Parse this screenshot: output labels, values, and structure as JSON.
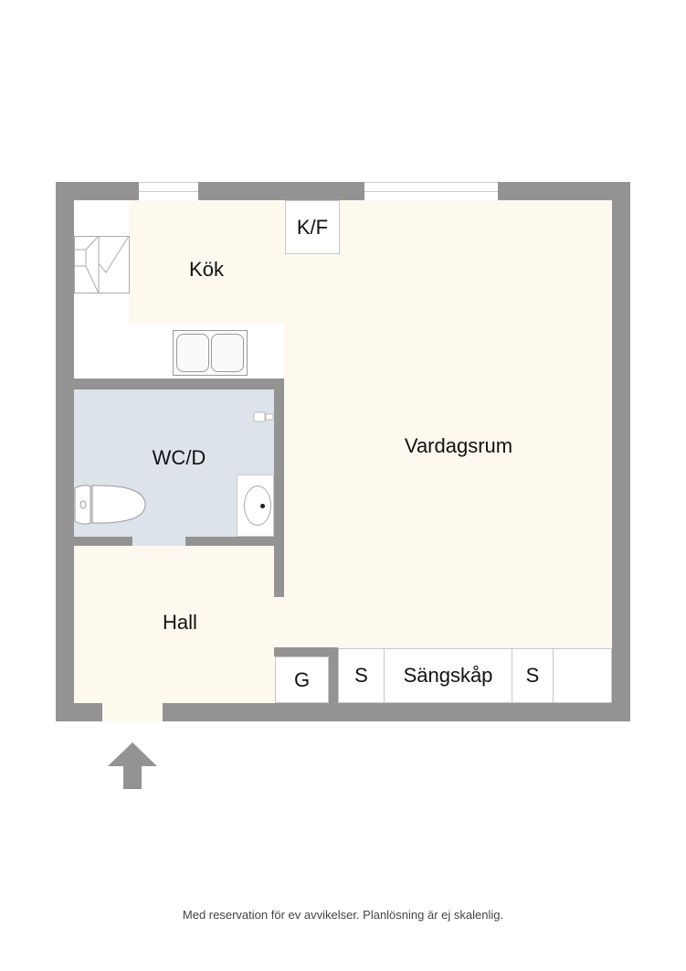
{
  "rooms": {
    "kitchen": "Kök",
    "fridge_freezer": "K/F",
    "living_room": "Vardagsrum",
    "bathroom": "WC/D",
    "hall": "Hall",
    "closet_g": "G",
    "closet_s1": "S",
    "bed_cabinet": "Sängskåp",
    "closet_s2": "S"
  },
  "footer": "Med reservation för ev avvikelser. Planlösning är ej skalenlig.",
  "colors": {
    "wall": "#939393",
    "floor": "#fdf9ee",
    "bathroom": "#dde3ea"
  }
}
